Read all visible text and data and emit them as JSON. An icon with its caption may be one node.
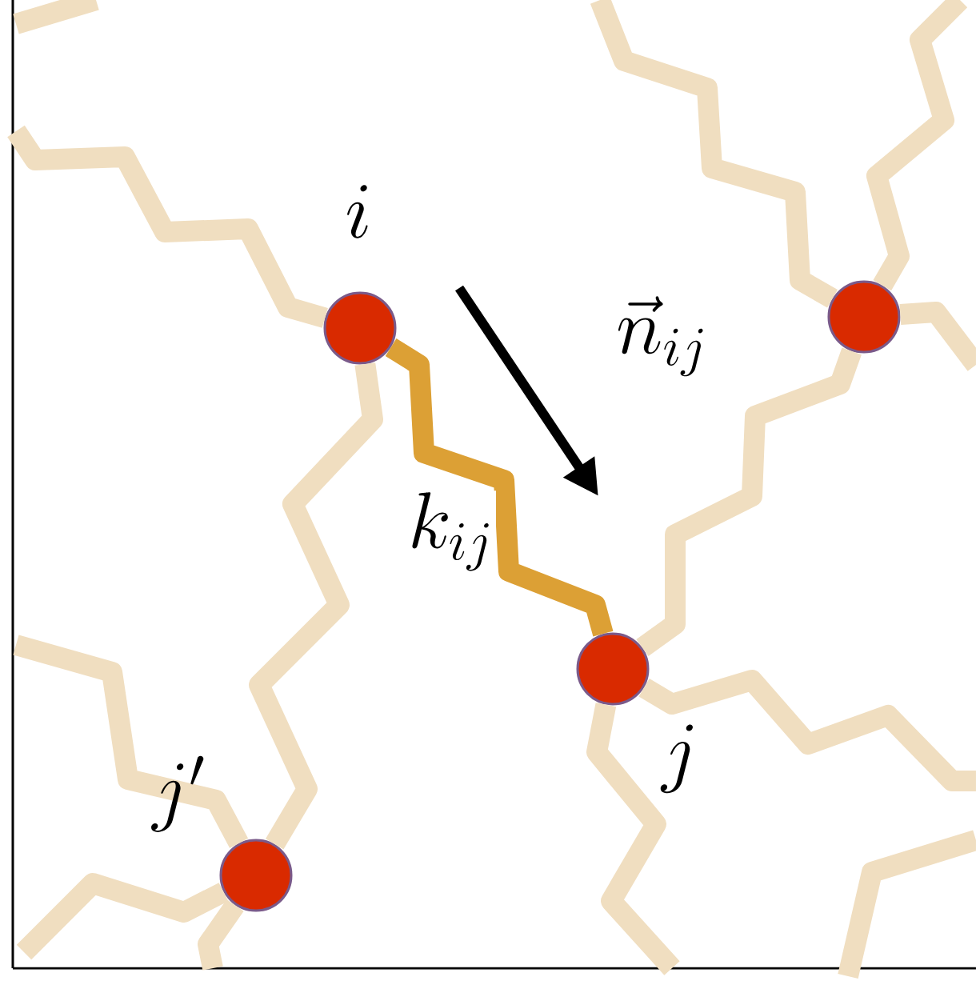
{
  "diagram": {
    "nodes": [
      {
        "text": [],
        "shape": "circle",
        "beside": [
          "i"
        ]
      },
      {
        "text": [],
        "shape": "circle"
      },
      {
        "text": [],
        "shape": "circle",
        "beside": [
          "j"
        ]
      },
      {
        "text": [],
        "shape": "circle",
        "beside": [
          "j'"
        ]
      }
    ],
    "edges": [
      {
        "from": 0,
        "to": 2,
        "arrow": "none",
        "label": "k_{ij}",
        "color": "#dca035"
      },
      {
        "from": 0,
        "to": 3,
        "arrow": "none"
      },
      {
        "from": 1,
        "to": 2,
        "arrow": "none"
      },
      {
        "from": null,
        "to": 0,
        "arrow": "none"
      },
      {
        "from": 1,
        "to": null,
        "arrow": "none"
      },
      {
        "from": 1,
        "to": null,
        "arrow": "none"
      },
      {
        "from": 1,
        "to": null,
        "arrow": "none"
      },
      {
        "from": 2,
        "to": null,
        "arrow": "none"
      },
      {
        "from": 2,
        "to": null,
        "arrow": "none"
      },
      {
        "from": null,
        "to": 3,
        "arrow": "none"
      },
      {
        "from": 3,
        "to": null,
        "arrow": "none"
      },
      {
        "from": 3,
        "to": null,
        "arrow": "none"
      }
    ],
    "labels": [
      "\\vec{n}_{ij}"
    ]
  }
}
